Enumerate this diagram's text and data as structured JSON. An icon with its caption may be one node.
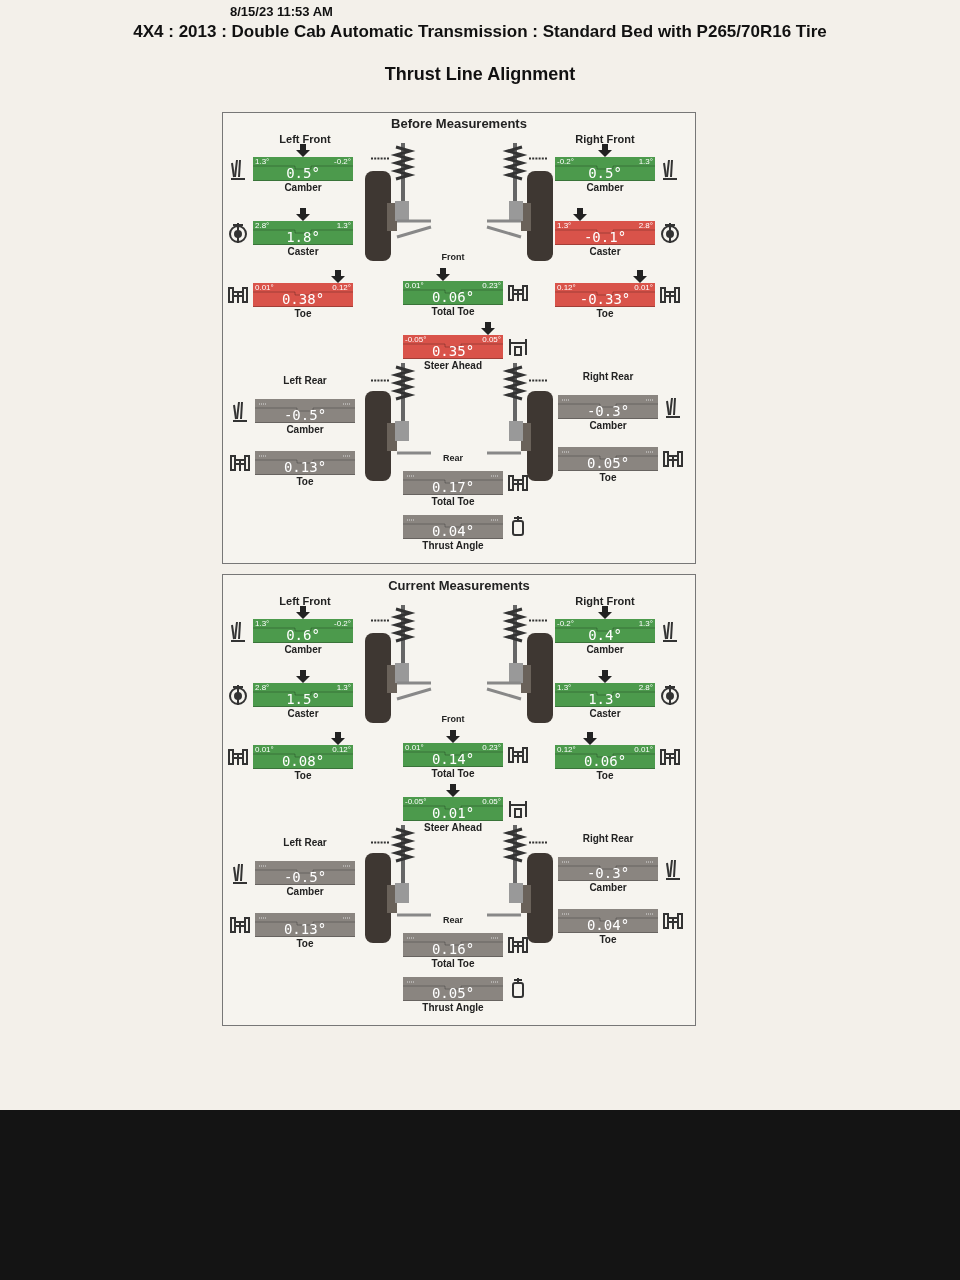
{
  "diagram": {
    "title": "Thrust Line Alignment",
    "nodes": [
      {
        "text": [
          "Before Measurements"
        ]
      },
      {
        "text": [
          "1.3°",
          "0.5°",
          "-0.2°",
          "Camber"
        ],
        "in": 0
      },
      {
        "text": [
          "2.8°",
          "1.8°",
          "1.3°",
          "Caster"
        ],
        "in": 0
      },
      {
        "text": [
          "0.01°",
          "0.38°",
          "0.12°",
          "Toe"
        ],
        "in": 0
      },
      {
        "text": [
          "-0.2°",
          "0.5°",
          "1.3°",
          "Camber"
        ],
        "in": 0
      },
      {
        "text": [
          "1.3°",
          "-0.1°",
          "2.8°",
          "Caster"
        ],
        "in": 0
      },
      {
        "text": [
          "0.12°",
          "-0.33°",
          "0.01°",
          "Toe"
        ],
        "in": 0
      },
      {
        "text": [
          "0.01°",
          "0.06°",
          "0.23°",
          "Total Toe"
        ],
        "in": 0
      },
      {
        "text": [
          "-0.05°",
          "0.35°",
          "0.05°",
          "Steer Ahead"
        ],
        "in": 0
      },
      {
        "text": [
          "-0.5°",
          "Camber"
        ],
        "in": 0
      },
      {
        "text": [
          "0.13°",
          "Toe"
        ],
        "in": 0
      },
      {
        "text": [
          "-0.3°",
          "Camber"
        ],
        "in": 0
      },
      {
        "text": [
          "0.05°",
          "Toe"
        ],
        "in": 0
      },
      {
        "text": [
          "0.17°",
          "Total Toe"
        ],
        "in": 0
      },
      {
        "text": [
          "0.04°",
          "Thrust Angle"
        ],
        "in": 0
      },
      {
        "text": [
          "Current Measurements"
        ]
      },
      {
        "text": [
          "1.3°",
          "0.6°",
          "-0.2°",
          "Camber"
        ],
        "in": 15
      },
      {
        "text": [
          "2.8°",
          "1.5°",
          "1.3°",
          "Caster"
        ],
        "in": 15
      },
      {
        "text": [
          "0.01°",
          "0.08°",
          "0.12°",
          "Toe"
        ],
        "in": 15
      },
      {
        "text": [
          "-0.2°",
          "0.4°",
          "1.3°",
          "Camber"
        ],
        "in": 15
      },
      {
        "text": [
          "1.3°",
          "1.3°",
          "2.8°",
          "Caster"
        ],
        "in": 15
      },
      {
        "text": [
          "0.12°",
          "0.06°",
          "0.01°",
          "Toe"
        ],
        "in": 15
      },
      {
        "text": [
          "0.01°",
          "0.14°",
          "0.23°",
          "Total Toe"
        ],
        "in": 15
      },
      {
        "text": [
          "-0.05°",
          "0.01°",
          "0.05°",
          "Steer Ahead"
        ],
        "in": 15
      },
      {
        "text": [
          "-0.5°",
          "Camber"
        ],
        "in": 15
      },
      {
        "text": [
          "0.13°",
          "Toe"
        ],
        "in": 15
      },
      {
        "text": [
          "-0.3°",
          "Camber"
        ],
        "in": 15
      },
      {
        "text": [
          "0.04°",
          "Toe"
        ],
        "in": 15
      },
      {
        "text": [
          "0.16°",
          "Total Toe"
        ],
        "in": 15
      },
      {
        "text": [
          "0.05°",
          "Thrust Angle"
        ],
        "in": 15
      }
    ],
    "labels": [
      "8/15/23 11:53 AM",
      "4X4 : 2013 : Double Cab Automatic Transmission : Standard Bed with P265/70R16 Tire",
      "Left Front",
      "Right Front",
      "Front",
      "Left Rear",
      "Right Rear",
      "Rear",
      "Left Front",
      "Right Front",
      "Front",
      "Left Rear",
      "Right Rear",
      "Rear"
    ]
  }
}
